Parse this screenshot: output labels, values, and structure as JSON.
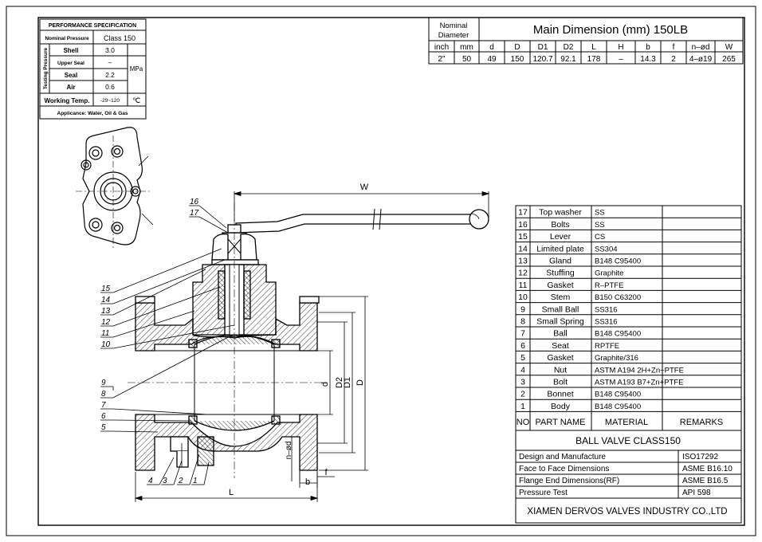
{
  "perf": {
    "title": "PERFORMANCE SPECIFICATION",
    "nominal_pressure_label": "Nominal Pressure",
    "nominal_pressure_value": "Class 150",
    "testing_pressure_label": "Testing Pressure",
    "rows": [
      {
        "label": "Shell",
        "value": "3.0"
      },
      {
        "label": "Upper Seal",
        "value": "–"
      },
      {
        "label": "Seal",
        "value": "2.2"
      },
      {
        "label": "Air",
        "value": "0.6"
      }
    ],
    "unit_mpa": "MPa",
    "working_temp_label": "Working Temp.",
    "working_temp_value": "-29~120",
    "working_temp_unit": "℃",
    "applicance": "Applicance: Water, Oil & Gas"
  },
  "dims": {
    "nominal_label": "Nominal Diameter",
    "title": "Main Dimension (mm) 150LB",
    "headers": [
      "inch",
      "mm",
      "d",
      "D",
      "D1",
      "D2",
      "L",
      "H",
      "b",
      "f",
      "n–ød",
      "W"
    ],
    "values": [
      "2\"",
      "50",
      "49",
      "150",
      "120.7",
      "92.1",
      "178",
      "–",
      "14.3",
      "2",
      "4–ø19",
      "265"
    ]
  },
  "drawing": {
    "callouts_left": [
      "16",
      "17",
      "15",
      "14",
      "13",
      "12",
      "11",
      "10",
      "9",
      "8",
      "7",
      "6",
      "5"
    ],
    "callouts_bottom": [
      "4",
      "3",
      "2",
      "1"
    ],
    "dim_W": "W",
    "dim_L": "L",
    "dim_d": "d",
    "dim_D2": "D2",
    "dim_D1": "D1",
    "dim_D": "D",
    "dim_nod": "n–ød",
    "dim_b": "b",
    "dim_f": "f"
  },
  "parts": {
    "rows": [
      {
        "no": "17",
        "name": "Top washer",
        "material": "SS",
        "remarks": ""
      },
      {
        "no": "16",
        "name": "Bolts",
        "material": "SS",
        "remarks": ""
      },
      {
        "no": "15",
        "name": "Lever",
        "material": "CS",
        "remarks": ""
      },
      {
        "no": "14",
        "name": "Limited plate",
        "material": "SS304",
        "remarks": ""
      },
      {
        "no": "13",
        "name": "Gland",
        "material": "B148 C95400",
        "remarks": ""
      },
      {
        "no": "12",
        "name": "Stuffing",
        "material": "Graphite",
        "remarks": ""
      },
      {
        "no": "11",
        "name": "Gasket",
        "material": "R–PTFE",
        "remarks": ""
      },
      {
        "no": "10",
        "name": "Stem",
        "material": "B150 C63200",
        "remarks": ""
      },
      {
        "no": "9",
        "name": "Small Ball",
        "material": "SS316",
        "remarks": ""
      },
      {
        "no": "8",
        "name": "Small Spring",
        "material": "SS316",
        "remarks": ""
      },
      {
        "no": "7",
        "name": "Ball",
        "material": "B148 C95400",
        "remarks": ""
      },
      {
        "no": "6",
        "name": "Seat",
        "material": "RPTFE",
        "remarks": ""
      },
      {
        "no": "5",
        "name": "Gasket",
        "material": "Graphite/316",
        "remarks": ""
      },
      {
        "no": "4",
        "name": "Nut",
        "material": "ASTM A194 2H+Zn+PTFE",
        "remarks": ""
      },
      {
        "no": "3",
        "name": "Bolt",
        "material": "ASTM A193 B7+Zn+PTFE",
        "remarks": ""
      },
      {
        "no": "2",
        "name": "Bonnet",
        "material": "B148 C95400",
        "remarks": ""
      },
      {
        "no": "1",
        "name": "Body",
        "material": "B148 C95400",
        "remarks": ""
      }
    ],
    "header_no": "NO",
    "header_name": "PART NAME",
    "header_material": "MATERIAL",
    "header_remarks": "REMARKS"
  },
  "title_block": {
    "title": "BALL VALVE CLASS150",
    "standards": [
      {
        "label": "Design and Manufacture",
        "value": "ISO17292"
      },
      {
        "label": "Face to Face Dimensions",
        "value": "ASME B16.10"
      },
      {
        "label": "Flange End Dimensions(RF)",
        "value": "ASME B16.5"
      },
      {
        "label": "Pressure Test",
        "value": "API 598"
      }
    ],
    "company": "XIAMEN DERVOS VALVES INDUSTRY CO.,LTD"
  }
}
